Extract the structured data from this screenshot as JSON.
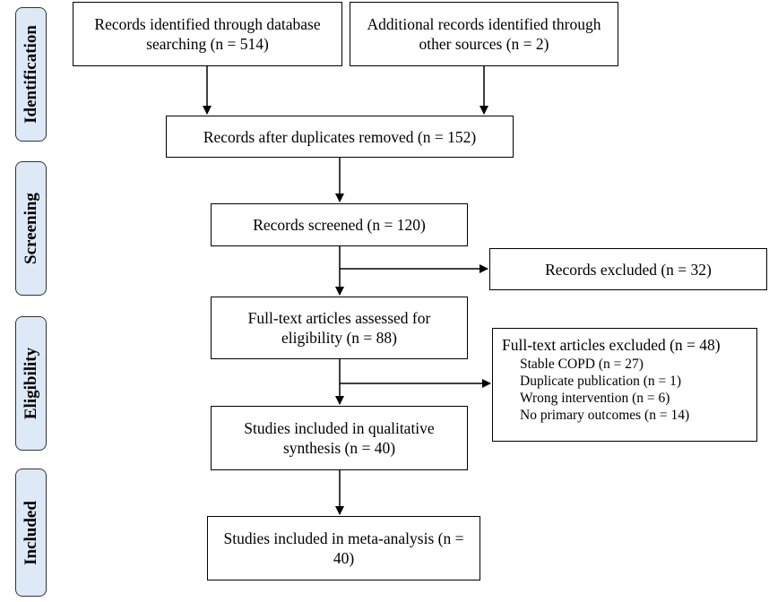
{
  "stages": {
    "identification": "Identification",
    "screening": "Screening",
    "eligibility": "Eligibility",
    "included": "Included"
  },
  "boxes": {
    "database": "Records identified through database searching (n = 514)",
    "other_sources": "Additional records identified through other sources (n = 2)",
    "after_duplicates": "Records after duplicates removed (n = 152)",
    "screened": "Records screened (n = 120)",
    "records_excluded": "Records excluded (n = 32)",
    "fulltext_assessed": "Full-text articles assessed for eligibility (n = 88)",
    "qualitative": "Studies included in qualitative synthesis (n = 40)",
    "meta_analysis": "Studies included in meta-analysis (n = 40)"
  },
  "fulltext_excluded": {
    "heading": "Full-text articles excluded (n = 48)",
    "reasons": [
      "Stable COPD (n = 27)",
      "Duplicate publication (n = 1)",
      "Wrong intervention (n = 6)",
      "No primary outcomes (n = 14)"
    ]
  },
  "colors": {
    "stage_fill": "#dde9f6",
    "border": "#000000"
  }
}
